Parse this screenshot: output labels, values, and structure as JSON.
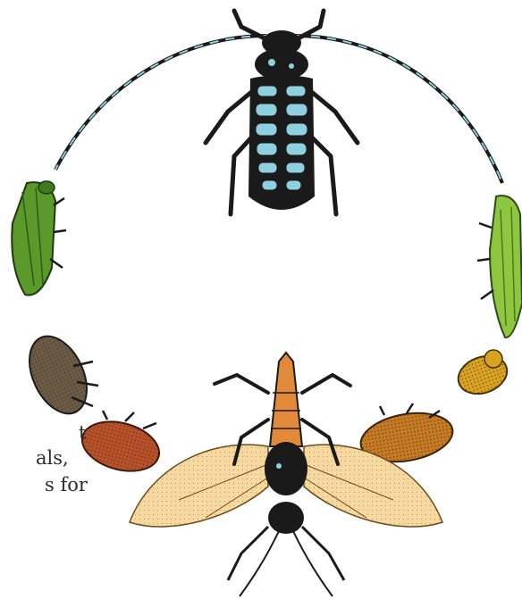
{
  "illustration": {
    "subjects": [
      {
        "name": "longhorn-beetle",
        "color": "#8fd0e0"
      },
      {
        "name": "green-jewel-beetle-left",
        "color": "#5b9a2a"
      },
      {
        "name": "green-jewel-beetle-right",
        "color": "#8dc63f"
      },
      {
        "name": "bark-beetle-brown",
        "color": "#6b5a45"
      },
      {
        "name": "bark-beetle-red",
        "color": "#b8502a"
      },
      {
        "name": "bark-beetle-yellow-small",
        "color": "#d9a321"
      },
      {
        "name": "bark-beetle-orange",
        "color": "#c77a24"
      },
      {
        "name": "wood-wasp",
        "color": "#e08a3a"
      }
    ]
  },
  "text_fragments": {
    "line1": "t",
    "line2": "als,",
    "line3": "s for"
  }
}
